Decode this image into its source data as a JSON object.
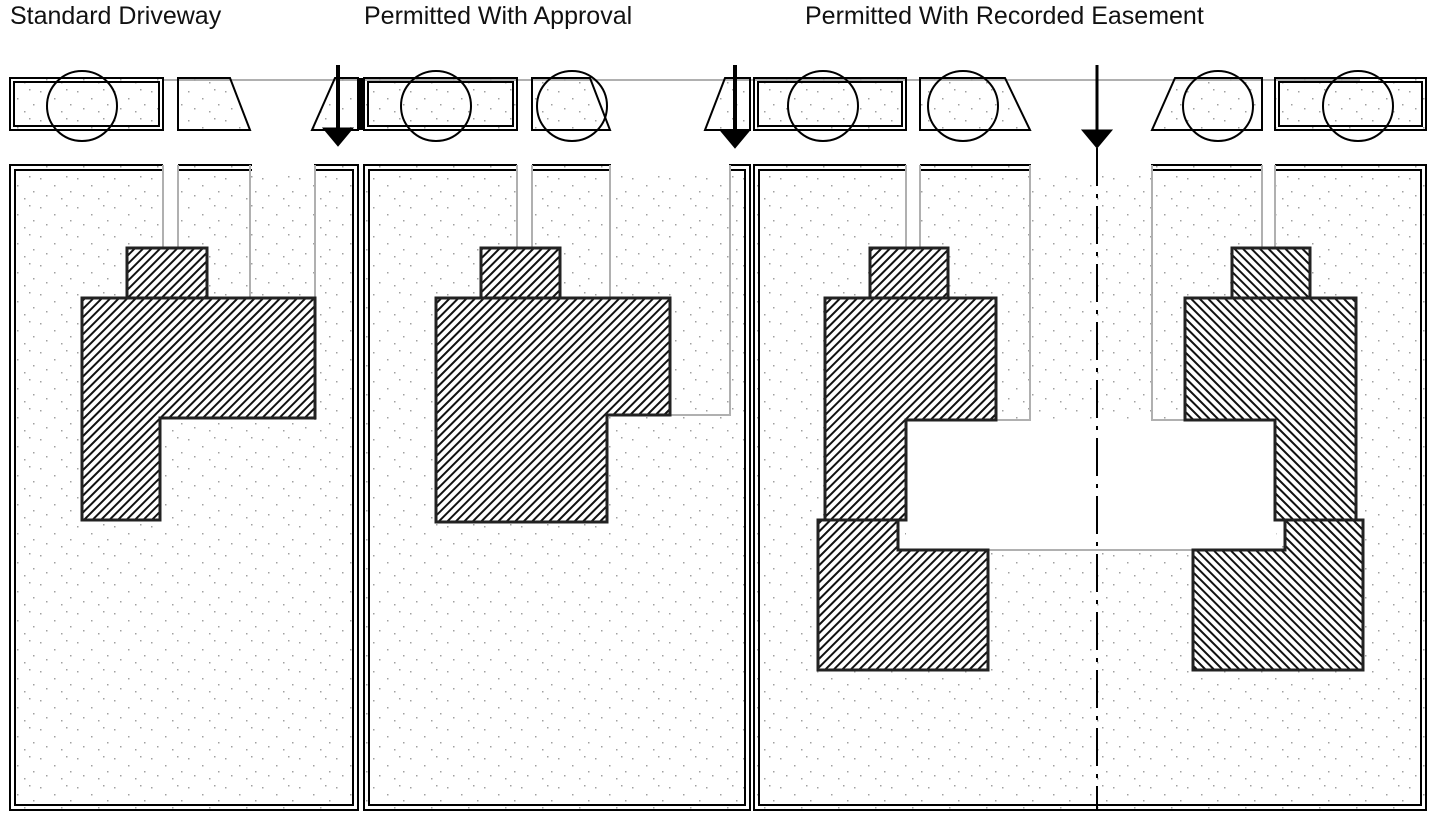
{
  "labels": {
    "standard": "Standard Driveway",
    "approval": "Permitted With Approval",
    "easement": "Permitted With Recorded Easement"
  },
  "colors": {
    "line": "#000000",
    "driveway_line": "#b0b0b0",
    "dots": "#a0a0a0"
  }
}
